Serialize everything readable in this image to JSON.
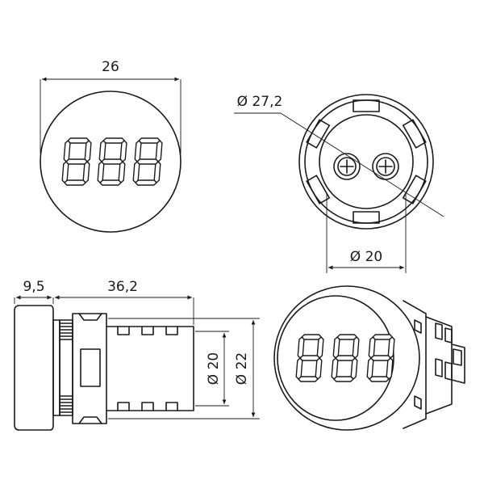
{
  "dimensions": {
    "front_width": "26",
    "rear_outer_diameter": "Ø 27,2",
    "rear_inner_diameter": "Ø 20",
    "bezel_depth": "9,5",
    "body_length": "36,2",
    "body_diameter_small": "Ø 20",
    "body_diameter_large": "Ø 22"
  },
  "display": {
    "digit_count": 3
  }
}
